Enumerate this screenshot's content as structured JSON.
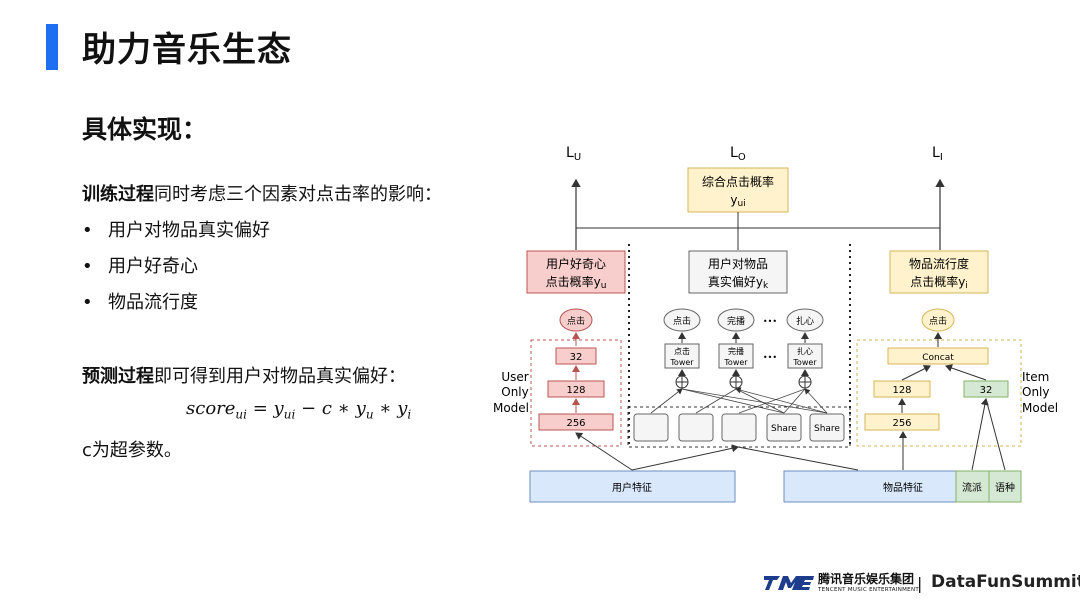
{
  "header": {
    "title": "助力音乐生态"
  },
  "left": {
    "subtitle": "具体实现：",
    "train_bold": "训练过程",
    "train_rest": "同时考虑三个因素对点击率的影响：",
    "bullets": [
      "用户对物品真实偏好",
      "用户好奇心",
      "物品流行度"
    ],
    "predict_bold": "预测过程",
    "predict_rest": "即可得到用户对物品真实偏好：",
    "formula": {
      "lhs": "score",
      "lhs_sub": "ui",
      "y1": "y",
      "y1_sub": "ui",
      "c": "c",
      "y2": "y",
      "y2_sub": "u",
      "y3": "y",
      "y3_sub": "i"
    },
    "note": "c为超参数。"
  },
  "diagram": {
    "loss_u": "L",
    "loss_u_sub": "U",
    "loss_o": "L",
    "loss_o_sub": "O",
    "loss_i": "L",
    "loss_i_sub": "I",
    "combined_line1": "综合点击概率",
    "combined_line2": "y",
    "combined_sub": "ui",
    "user_box_line1": "用户好奇心",
    "user_box_line2": "点击概率y",
    "user_box_sub": "u",
    "mid_box_line1": "用户对物品",
    "mid_box_line2": "真实偏好y",
    "mid_box_sub": "k",
    "item_box_line1": "物品流行度",
    "item_box_line2": "点击概率y",
    "item_box_sub": "i",
    "user_label": [
      "User",
      "Only",
      "Model"
    ],
    "item_label": [
      "Item",
      "Only",
      "Model"
    ],
    "user_click": "点击",
    "user_layers": [
      "32",
      "128",
      "256"
    ],
    "tasks": [
      "点击",
      "完播",
      "扎心"
    ],
    "towers": [
      [
        "点击",
        "Tower"
      ],
      [
        "完播",
        "Tower"
      ],
      [
        "扎心",
        "Tower"
      ]
    ],
    "ellipsis": "•••",
    "experts": [
      "",
      "",
      "",
      "Share",
      "Share"
    ],
    "item_click": "点击",
    "concat": "Concat",
    "item_layers_left": [
      "128",
      "256"
    ],
    "item_layer_right": "32",
    "user_feature": "用户特征",
    "item_feature": "物品特征",
    "feature_genre": "流派",
    "feature_lang": "语种",
    "colors": {
      "red_fill": "#f8cecc",
      "red_stroke": "#b85450",
      "yellow_fill": "#fff2cc",
      "yellow_stroke": "#d6b656",
      "gray_fill": "#f5f5f5",
      "gray_stroke": "#666666",
      "blue_fill": "#dae8fc",
      "blue_stroke": "#6c8ebf",
      "green_fill": "#d5e8d4",
      "green_stroke": "#82b366"
    }
  },
  "footer": {
    "logo_icon": "tme-logo-icon",
    "company_cn": "腾讯音乐娱乐集团",
    "company_en": "TENCENT MUSIC ENTERTAINMENT",
    "separator": "|",
    "brand": "DataFunSummit"
  }
}
